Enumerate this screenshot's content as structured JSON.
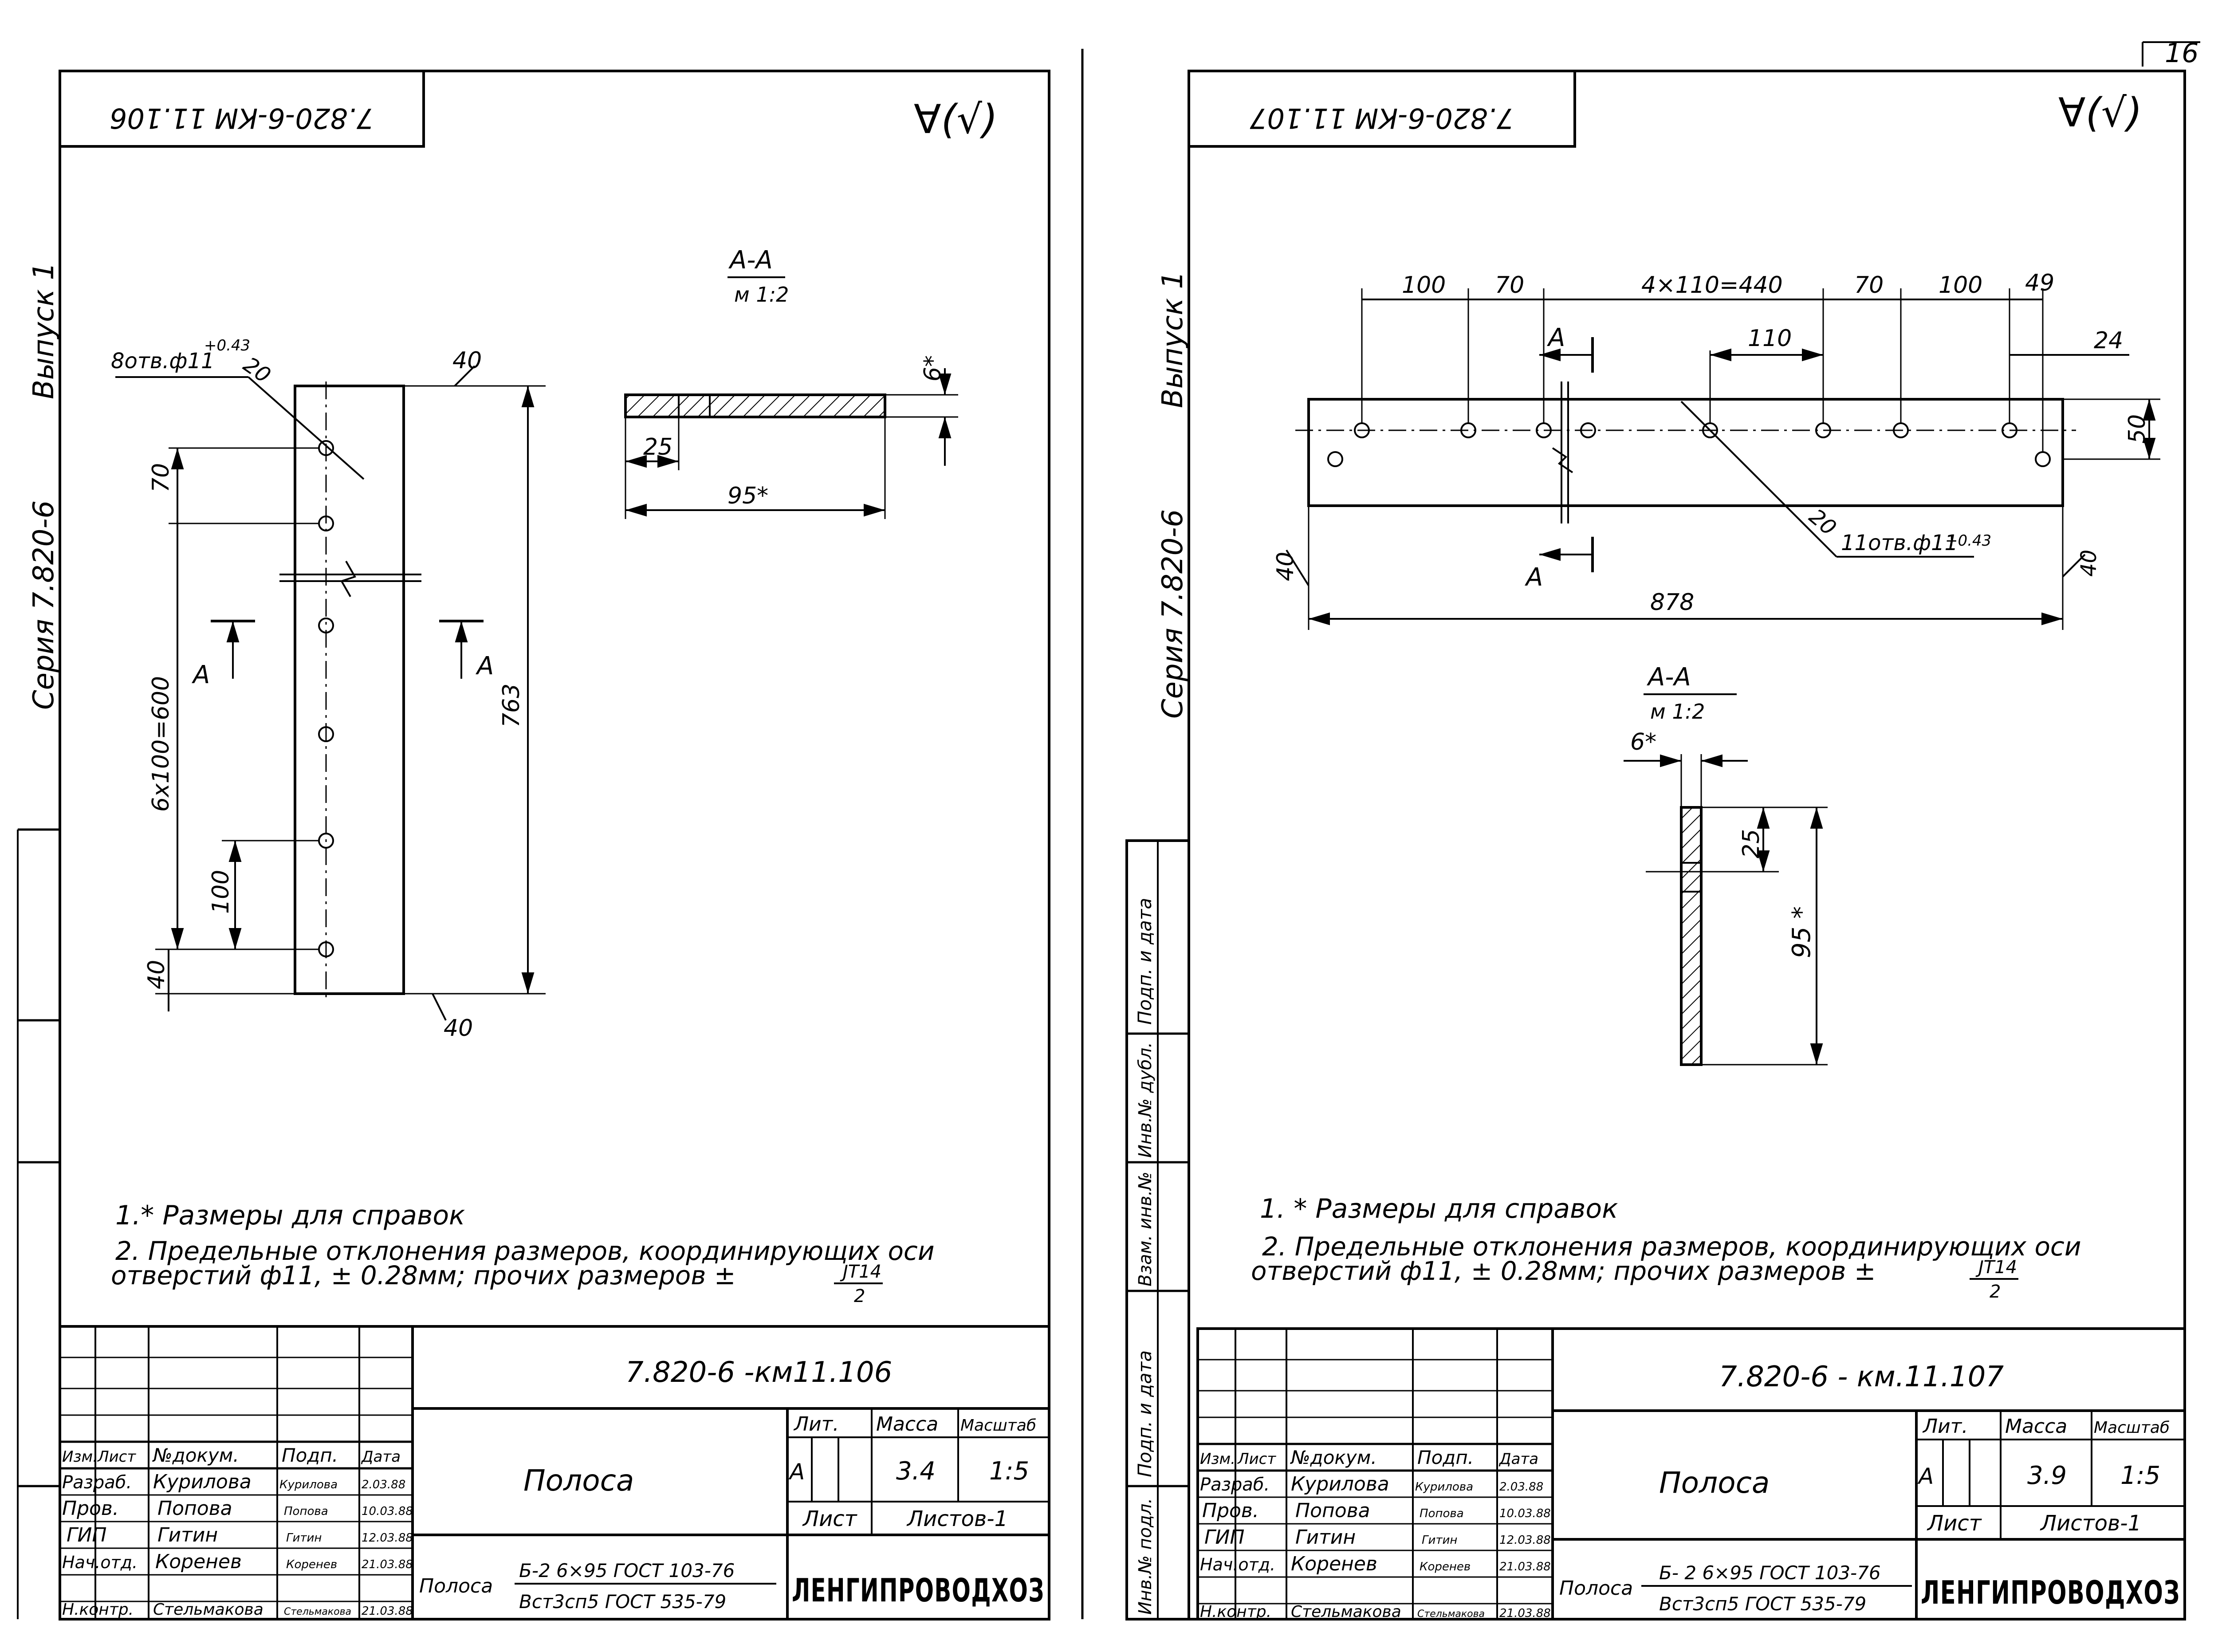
{
  "page_number": "16",
  "left_sheet": {
    "top_code_mirrored": "7.820-6-КМ 11.106",
    "roughness_mark": "∀(√)",
    "side_release": "Выпуск 1",
    "side_series": "Серия  7.820-6",
    "section_title": "А-А",
    "section_scale": "м 1:2",
    "dims": {
      "holes": "8отв.ф11",
      "holes_tol": "+0.43",
      "d20": "20",
      "d40_top": "40",
      "d70": "70",
      "d6x100": "6x100=600",
      "d100": "100",
      "d40_bottom": "40",
      "d763": "763",
      "d40_corner": "40",
      "sec_a_left": "А",
      "sec_a_right": "А",
      "s6": "6*",
      "s25": "25",
      "s95": "95*"
    },
    "notes": [
      "1.* Размеры для справок",
      "2. Предельные отклонения размеров, координирующих оси",
      "отверстий ф11,   ± 0.28мм; прочих размеров ±",
      "JT14",
      "2"
    ],
    "title_block": {
      "code": "7.820-6 -км11.106",
      "name": "Полоса",
      "lit_header": "Лит.",
      "mass_header": "Масса",
      "scale_header": "Масштаб",
      "lit": "А",
      "mass": "3.4",
      "scale": "1:5",
      "sheet_header": "Лист",
      "sheets_header": "Листов-1",
      "col_headers": [
        "Изм.",
        "Лист",
        "№докум.",
        "Подп.",
        "Дата"
      ],
      "rows": [
        {
          "role": "Разраб.",
          "name": "Курилова",
          "sign": "Курилова",
          "date": "2.03.88"
        },
        {
          "role": "Пров.",
          "name": "Попова",
          "sign": "Попова",
          "date": "10.03.88"
        },
        {
          "role": "ГИП",
          "name": "Гитин",
          "sign": "Гитин",
          "date": "12.03.88"
        },
        {
          "role": "Нач.отд.",
          "name": "Коренев",
          "sign": "Коренев",
          "date": "21.03.88"
        },
        {
          "role": "Н.контр.",
          "name": "Стельмакова",
          "sign": "Стельмакова",
          "date": "21.03.88"
        }
      ],
      "material_label": "Полоса",
      "material_top": "Б-2 6×95 ГОСТ 103-76",
      "material_bottom": "Вст3сп5 ГОСТ 535-79",
      "organization": "ЛЕНГИПРОВОДХОЗ"
    }
  },
  "right_sheet": {
    "top_code_mirrored": "7.820-6-КМ 11.107",
    "roughness_mark": "∀(√)",
    "side_release": "Выпуск 1",
    "side_series": "Серия  7.820-6",
    "margin_labels": [
      "Подп. и дата",
      "Инв.№ дубл.",
      "Взам. инв.№",
      "Подп. и дата",
      "Инв.№ подл."
    ],
    "section_title": "А-А",
    "section_scale": "м 1:2",
    "dims": {
      "d100a": "100",
      "d70a": "70",
      "d4x110": "4×110=440",
      "d70b": "70",
      "d100b": "100",
      "d49": "49",
      "d110": "110",
      "d24": "24",
      "d50": "50",
      "d20": "20",
      "holes": "11отв.ф11",
      "holes_tol": "+0.43",
      "d40_left": "40",
      "d40_right": "40",
      "d878": "878",
      "sec_a_top": "А",
      "sec_a_bottom": "А",
      "s6": "6*",
      "s25": "25",
      "s95": "95 *"
    },
    "notes": [
      "1. * Размеры для справок",
      "2. Предельные отклонения размеров, координирующих оси",
      "отверстий ф11,   ± 0.28мм; прочих размеров ±",
      "JT14",
      "2"
    ],
    "title_block": {
      "code": "7.820-6 - км.11.107",
      "name": "Полоса",
      "lit_header": "Лит.",
      "mass_header": "Масса",
      "scale_header": "Масштаб",
      "lit": "А",
      "mass": "3.9",
      "scale": "1:5",
      "sheet_header": "Лист",
      "sheets_header": "Листов-1",
      "col_headers": [
        "Изм.",
        "Лист",
        "№докум.",
        "Подп.",
        "Дата"
      ],
      "rows": [
        {
          "role": "Разраб.",
          "name": "Курилова",
          "sign": "Курилова",
          "date": "2.03.88"
        },
        {
          "role": "Пров.",
          "name": "Попова",
          "sign": "Попова",
          "date": "10.03.88"
        },
        {
          "role": "ГИП",
          "name": "Гитин",
          "sign": "Гитин",
          "date": "12.03.88"
        },
        {
          "role": "Нач.отд.",
          "name": "Коренев",
          "sign": "Коренев",
          "date": "21.03.88"
        },
        {
          "role": "Н.контр.",
          "name": "Стельмакова",
          "sign": "Стельмакова",
          "date": "21.03.88"
        }
      ],
      "material_label": "Полоса",
      "material_top": "Б- 2 6×95 ГОСТ 103-76",
      "material_bottom": "Вст3сп5 ГОСТ 535-79",
      "organization": "ЛЕНГИПРОВОДХОЗ"
    }
  }
}
